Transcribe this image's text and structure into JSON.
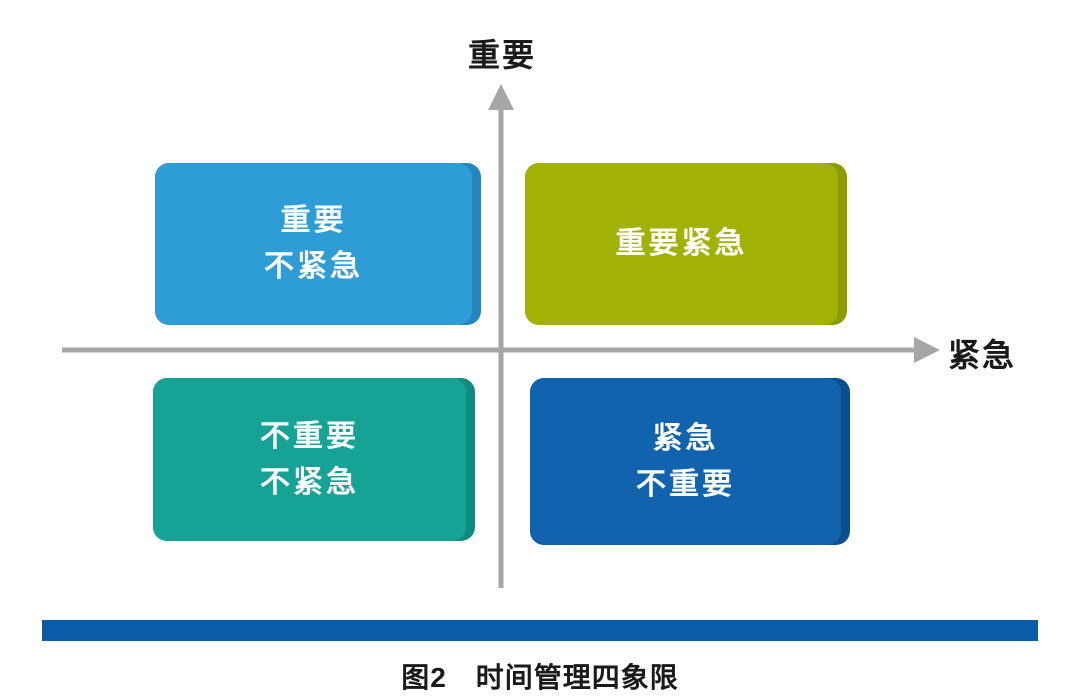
{
  "diagram": {
    "axes": {
      "y_label": "重要",
      "x_label": "紧急",
      "axis_color": "#A6A6A6"
    },
    "quadrants": [
      {
        "name": "important-not-urgent",
        "lines": [
          "重要",
          "不紧急"
        ],
        "color": "#2E9CD5",
        "edge_color": "#2486BE"
      },
      {
        "name": "important-urgent",
        "lines": [
          "重要紧急"
        ],
        "color": "#A2B204",
        "edge_color": "#8C9A00"
      },
      {
        "name": "not-important-not-urgent",
        "lines": [
          "不重要",
          "不紧急"
        ],
        "color": "#16A396",
        "edge_color": "#0F8C81"
      },
      {
        "name": "urgent-not-important",
        "lines": [
          "紧急",
          "不重要"
        ],
        "color": "#1063AC",
        "edge_color": "#0B4E8C"
      }
    ],
    "bottom_bar_color": "#0A5BA8",
    "caption": "图2　时间管理四象限"
  }
}
